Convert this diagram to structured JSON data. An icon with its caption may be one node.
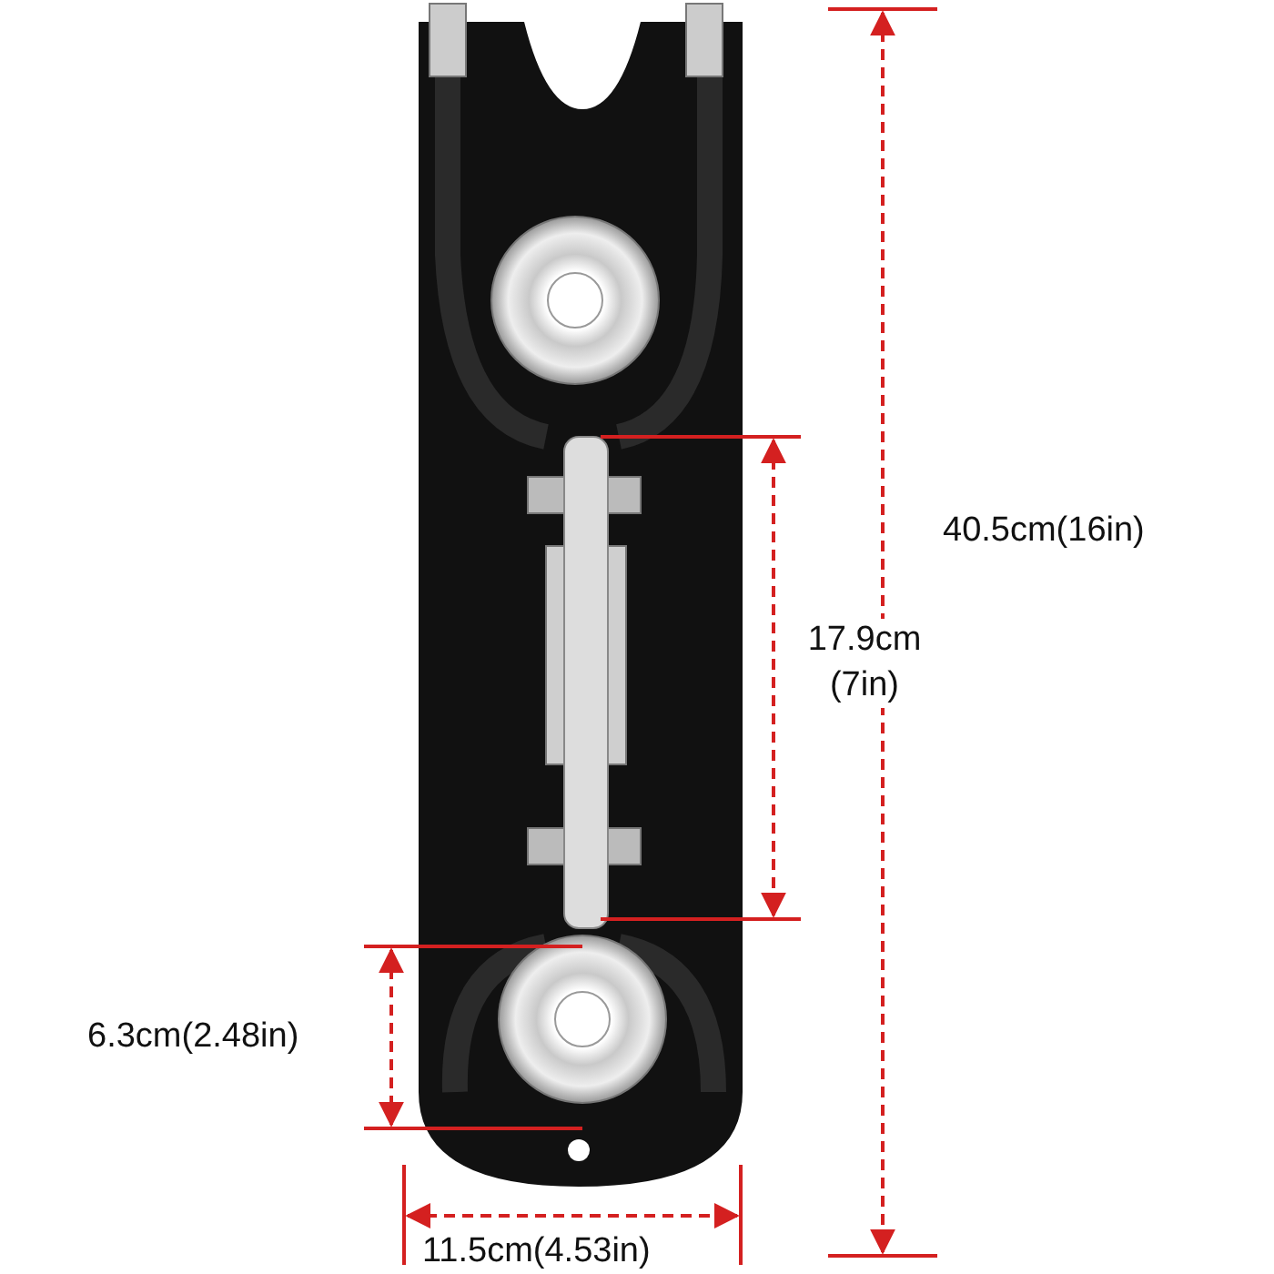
{
  "diagram": {
    "labels": [
      "40.5cm(16in)",
      "17.9cm (7in)",
      "6.3cm(2.48in)",
      "11.5cm(4.53in)"
    ]
  }
}
